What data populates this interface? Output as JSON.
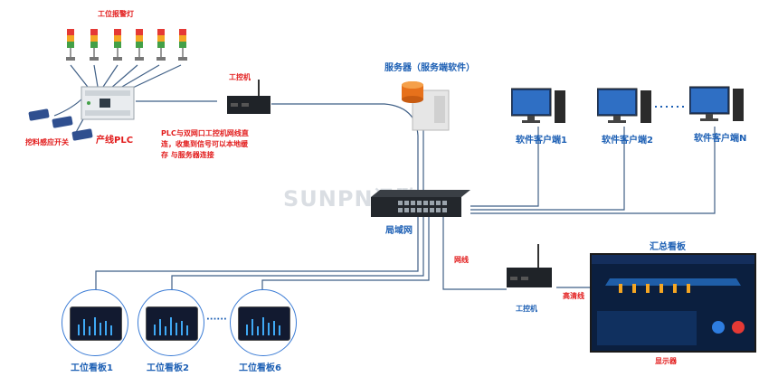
{
  "labels": {
    "alarm_lights": "工位报警灯",
    "line_plc": "产线PLC",
    "sensor_switch": "挖料感应开关",
    "ipc_top": "工控机",
    "plc_note_1": "PLC与双网口工控机网线直",
    "plc_note_2": "连，收集到信号可以本地缓",
    "plc_note_3": "存 与服务器连接",
    "server": "服务器（服务端软件）",
    "client_1": "软件客户端1",
    "client_2": "软件客户端2",
    "client_n": "软件客户端N",
    "watermark": "SUNPN讯鹏",
    "lan": "局域网",
    "network_cable": "网线",
    "ipc_bottom": "工控机",
    "hdmi": "高清线",
    "summary_board": "汇总看板",
    "display": "显示器",
    "station_board_1": "工位看板1",
    "station_board_2": "工位看板2",
    "station_board_6": "工位看板6",
    "ellipsis": "······"
  },
  "colors": {
    "label_red": "#e21b1b",
    "label_blue": "#1c5fb4",
    "wire": "#3f5f86"
  }
}
